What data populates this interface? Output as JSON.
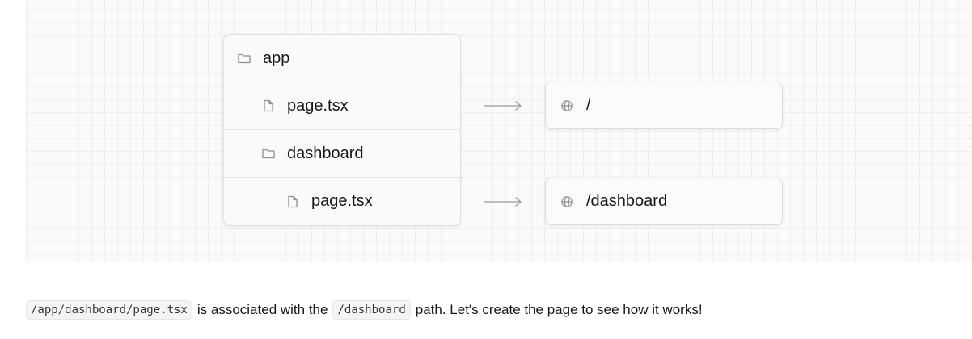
{
  "diagram": {
    "tree": [
      {
        "label": "app",
        "icon": "folder-icon",
        "depth": 0
      },
      {
        "label": "page.tsx",
        "icon": "file-icon",
        "depth": 1
      },
      {
        "label": "dashboard",
        "icon": "folder-icon",
        "depth": 1
      },
      {
        "label": "page.tsx",
        "icon": "file-icon",
        "depth": 2
      }
    ],
    "routes": [
      {
        "label": "/",
        "icon": "globe-icon"
      },
      {
        "label": "/dashboard",
        "icon": "globe-icon"
      }
    ]
  },
  "caption": {
    "code1": "/app/dashboard/page.tsx",
    "text1": "is associated with the",
    "code2": "/dashboard",
    "text2": "path. Let's create the page to see how it works!"
  },
  "colors": {
    "border": "#dedede",
    "grid": "#efefef",
    "icon": "#8f8f8f",
    "arrow": "#9a9a9a"
  }
}
